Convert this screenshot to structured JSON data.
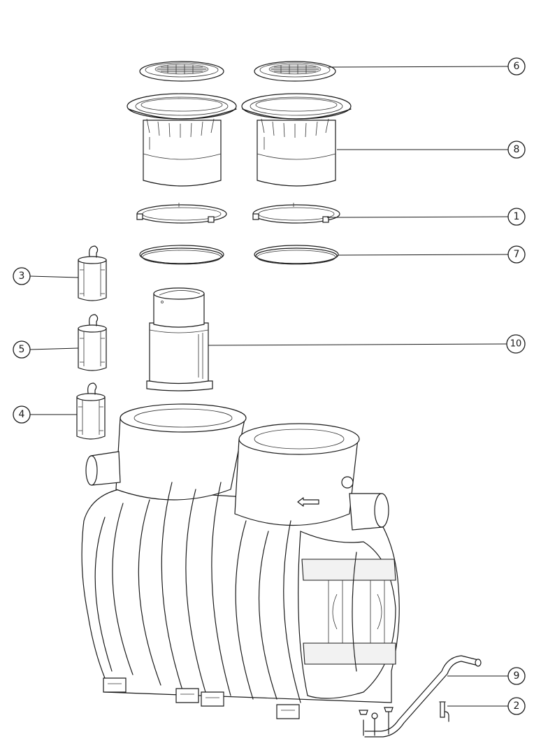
{
  "diagram": {
    "callouts": [
      {
        "id": "c6",
        "label": "6"
      },
      {
        "id": "c8",
        "label": "8"
      },
      {
        "id": "c1",
        "label": "1"
      },
      {
        "id": "c7",
        "label": "7"
      },
      {
        "id": "c3",
        "label": "3"
      },
      {
        "id": "c5",
        "label": "5"
      },
      {
        "id": "c10",
        "label": "10"
      },
      {
        "id": "c4",
        "label": "4"
      },
      {
        "id": "c9",
        "label": "9"
      },
      {
        "id": "c2",
        "label": "2"
      }
    ]
  }
}
